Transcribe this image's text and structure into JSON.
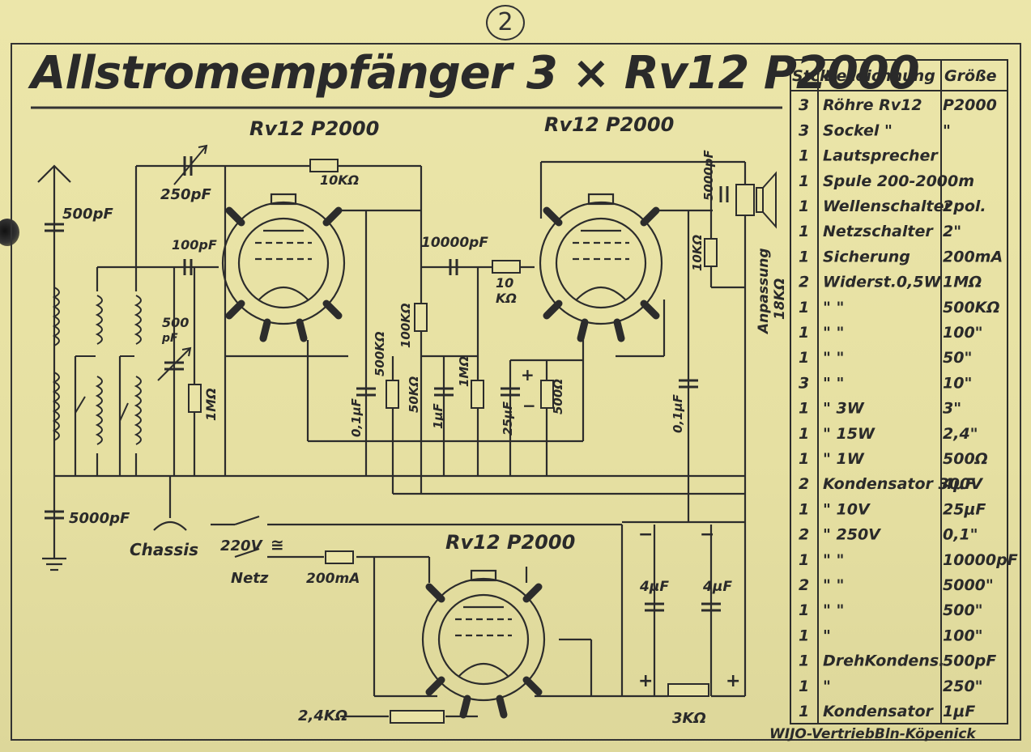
{
  "page_number": "2",
  "title": "Allstromempfänger 3 × Rv12 P2000",
  "tubes": [
    "Rv12 P2000",
    "Rv12 P2000",
    "Rv12 P2000"
  ],
  "labels": {
    "c_500pf": "500pF",
    "c_250pf": "250pF",
    "r_10k_top": "10KΩ",
    "c_100pf": "100pF",
    "c_10000pf": "10000pF",
    "r_10k_mid": "10",
    "r_10k_mid_unit": "KΩ",
    "c_500p_var": "500",
    "c_500p_var_unit": "pF",
    "r_1m_left": "1MΩ",
    "c_01uf_a": "0,1μF",
    "r_500k": "500KΩ",
    "r_100k": "100KΩ",
    "r_50k": "50KΩ",
    "c_1uf": "1μF",
    "r_1m_mid": "1MΩ",
    "c_25uf": "25μF",
    "r_500": "500Ω",
    "c_01uf_b": "0,1μF",
    "r_10k_right": "10KΩ",
    "c_5000pf_top": "5000pF",
    "anpassung": "Anpassung",
    "anpassung_val": "18KΩ",
    "c_5000pf_bottom": "5000pF",
    "chassis": "Chassis",
    "mains_v": "220V",
    "mains_sym": "≅",
    "netz": "Netz",
    "fuse": "200mA",
    "c_4uf_a": "4μF",
    "c_4uf_b": "4μF",
    "r_24k": "2,4KΩ",
    "r_3k": "3KΩ",
    "plus": "+",
    "minus": "−",
    "footer": "WIJO-VertriebBln-Köpenick"
  },
  "parts_table": {
    "headers": [
      "Stck",
      "Bezeichnung",
      "Größe"
    ],
    "rows": [
      [
        "3",
        "Röhre Rv12",
        "P2000"
      ],
      [
        "3",
        "Sockel     \"",
        "\""
      ],
      [
        "1",
        "Lautsprecher",
        ""
      ],
      [
        "1",
        "Spule 200-2000m",
        ""
      ],
      [
        "1",
        "Wellenschalter",
        "2pol."
      ],
      [
        "1",
        "Netzschalter",
        "2\""
      ],
      [
        "1",
        "Sicherung",
        "200mA"
      ],
      [
        "2",
        "Widerst.0,5W",
        "1MΩ"
      ],
      [
        "1",
        "\"        \"",
        "500KΩ"
      ],
      [
        "1",
        "\"        \"",
        "100\""
      ],
      [
        "1",
        "\"        \"",
        "50\""
      ],
      [
        "3",
        "\"        \"",
        "10\""
      ],
      [
        "1",
        "\"     3W",
        "3\""
      ],
      [
        "1",
        "\"    15W",
        "2,4\""
      ],
      [
        "1",
        "\"     1W",
        "500Ω"
      ],
      [
        "2",
        "Kondensator 300V",
        "4μF"
      ],
      [
        "1",
        "\"     10V",
        "25μF"
      ],
      [
        "2",
        "\"    250V",
        "0,1\""
      ],
      [
        "1",
        "\"        \"",
        "10000pF"
      ],
      [
        "2",
        "\"        \"",
        "5000\""
      ],
      [
        "1",
        "\"        \"",
        "500\""
      ],
      [
        "1",
        "\"",
        "100\""
      ],
      [
        "1",
        "DrehKondens.",
        "500pF"
      ],
      [
        "1",
        "\"",
        "250\""
      ],
      [
        "1",
        "Kondensator",
        "1μF"
      ]
    ]
  }
}
